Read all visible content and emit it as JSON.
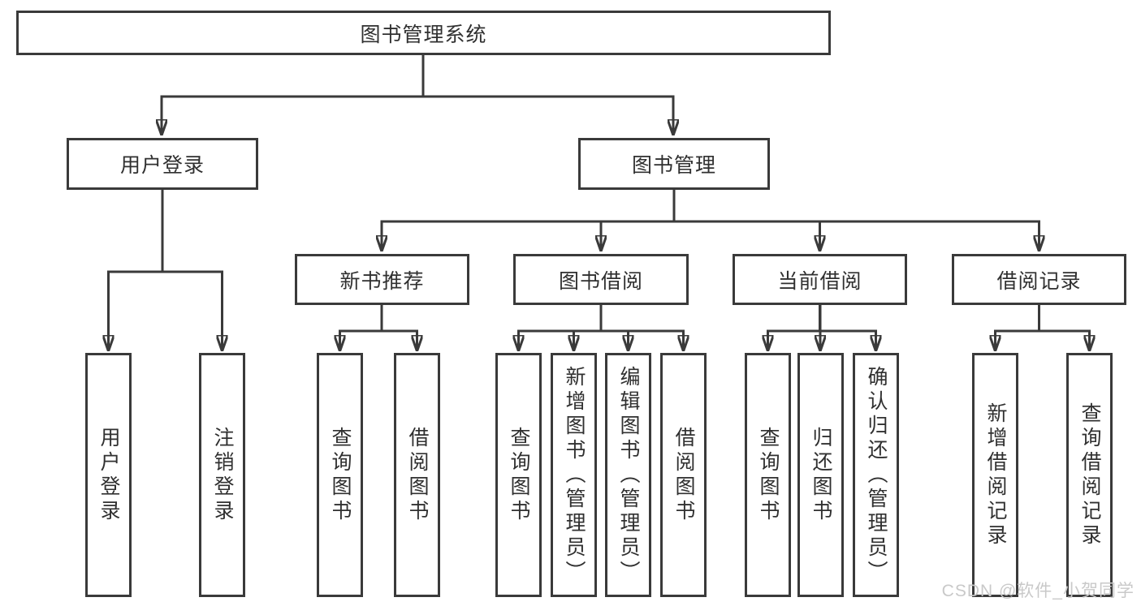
{
  "diagram": {
    "root": "图书管理系统",
    "branches": [
      {
        "label": "用户登录",
        "children": [
          "用户登录",
          "注销登录"
        ]
      },
      {
        "label": "图书管理",
        "children": [
          {
            "label": "新书推荐",
            "children": [
              "查询图书",
              "借阅图书"
            ]
          },
          {
            "label": "图书借阅",
            "children": [
              "查询图书",
              "新增图书（管理员）",
              "编辑图书（管理员）",
              "借阅图书"
            ]
          },
          {
            "label": "当前借阅",
            "children": [
              "查询图书",
              "归还图书",
              "确认归还（管理员）"
            ]
          },
          {
            "label": "借阅记录",
            "children": [
              "新增借阅记录",
              "查询借阅记录"
            ]
          }
        ]
      }
    ]
  },
  "watermark": "CSDN @软件_小贺同学",
  "colors": {
    "line": "#3a3a3a",
    "border": "#3a3a3a",
    "text": "#303030",
    "box_fill": "#ffffff",
    "background": "#ffffff",
    "watermark": "#c9c9c9"
  }
}
